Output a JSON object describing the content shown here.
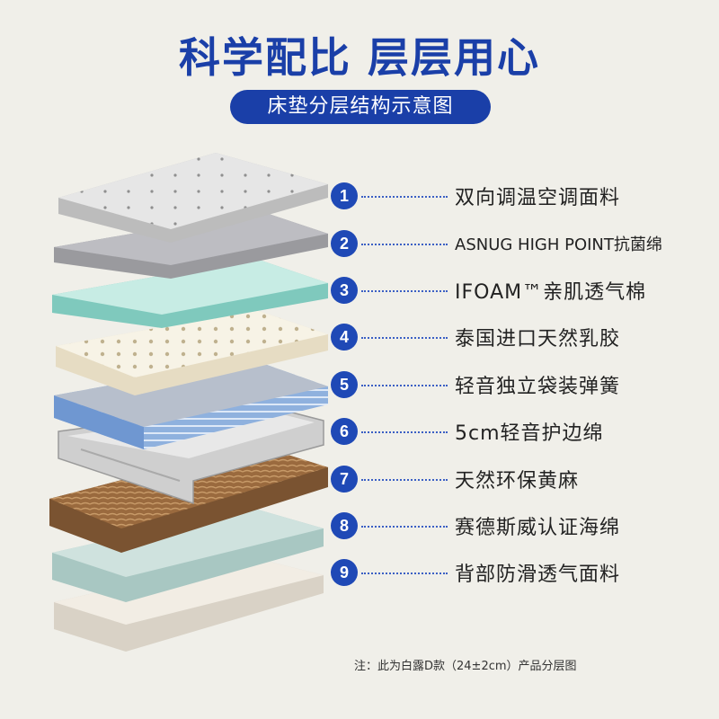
{
  "header": {
    "title": "科学配比  层层用心",
    "subtitle": "床垫分层结构示意图"
  },
  "layers": [
    {
      "num": "1",
      "label": "双向调温空调面料"
    },
    {
      "num": "2",
      "label": "ASNUG HIGH POINT抗菌绵"
    },
    {
      "num": "3",
      "label": "IFOAM™亲肌透气棉"
    },
    {
      "num": "4",
      "label": "泰国进口天然乳胶"
    },
    {
      "num": "5",
      "label": "轻音独立袋装弹簧"
    },
    {
      "num": "6",
      "label": "5cm轻音护边绵"
    },
    {
      "num": "7",
      "label": "天然环保黄麻"
    },
    {
      "num": "8",
      "label": "赛德斯威认证海绵"
    },
    {
      "num": "9",
      "label": "背部防滑透气面料"
    }
  ],
  "footer": {
    "note": "注：此为白露D款（24±2cm）产品分层图"
  },
  "colors": {
    "brand_blue": "#1a3fa8",
    "badge_blue": "#1f49b6"
  }
}
